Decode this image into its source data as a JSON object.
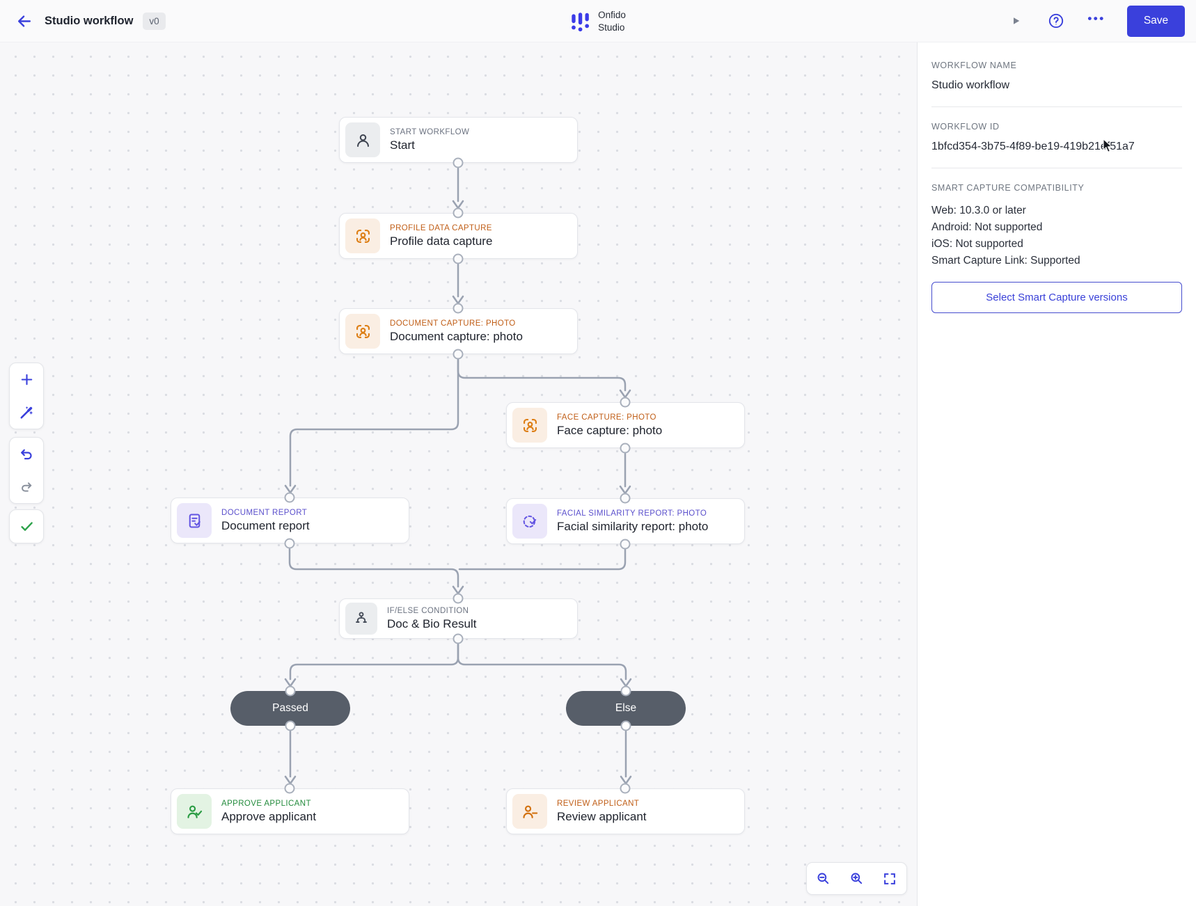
{
  "topbar": {
    "title": "Studio workflow",
    "version_badge": "v0",
    "logo_line1": "Onfido",
    "logo_line2": "Studio",
    "save_label": "Save"
  },
  "sidebar": {
    "workflow_name_label": "WORKFLOW NAME",
    "workflow_name": "Studio workflow",
    "workflow_id_label": "WORKFLOW ID",
    "workflow_id": "1bfcd354-3b75-4f89-be19-419b21ef51a7",
    "smart_capture_label": "SMART CAPTURE COMPATIBILITY",
    "compat_web": "Web: 10.3.0 or later",
    "compat_android": "Android: Not supported",
    "compat_ios": "iOS: Not supported",
    "compat_link": "Smart Capture Link: Supported",
    "select_versions_button": "Select Smart Capture versions"
  },
  "canvas": {
    "nodes": [
      {
        "id": "start",
        "type_label": "START WORKFLOW",
        "title": "Start"
      },
      {
        "id": "profile-data-capture",
        "type_label": "PROFILE DATA CAPTURE",
        "title": "Profile data capture"
      },
      {
        "id": "document-capture-photo",
        "type_label": "DOCUMENT CAPTURE: PHOTO",
        "title": "Document capture: photo"
      },
      {
        "id": "face-capture-photo",
        "type_label": "FACE CAPTURE: PHOTO",
        "title": "Face capture: photo"
      },
      {
        "id": "document-report",
        "type_label": "DOCUMENT REPORT",
        "title": "Document report"
      },
      {
        "id": "facial-similarity-report-photo",
        "type_label": "FACIAL SIMILARITY REPORT: PHOTO",
        "title": "Facial similarity report: photo"
      },
      {
        "id": "if-else-condition",
        "type_label": "IF/ELSE CONDITION",
        "title": "Doc & Bio Result"
      },
      {
        "id": "approve-applicant",
        "type_label": "APPROVE APPLICANT",
        "title": "Approve applicant"
      },
      {
        "id": "review-applicant",
        "type_label": "REVIEW APPLICANT",
        "title": "Review applicant"
      }
    ],
    "branches": {
      "passed": "Passed",
      "else": "Else"
    }
  },
  "colors": {
    "accent_blue": "#3A40DC",
    "capture_orange": "#C05E17",
    "report_purple": "#5B50CC",
    "approve_green": "#238B3C",
    "neutral_gray": "#6B7280",
    "pill_background": "#575E69",
    "edge_gray": "#9AA2B1"
  }
}
